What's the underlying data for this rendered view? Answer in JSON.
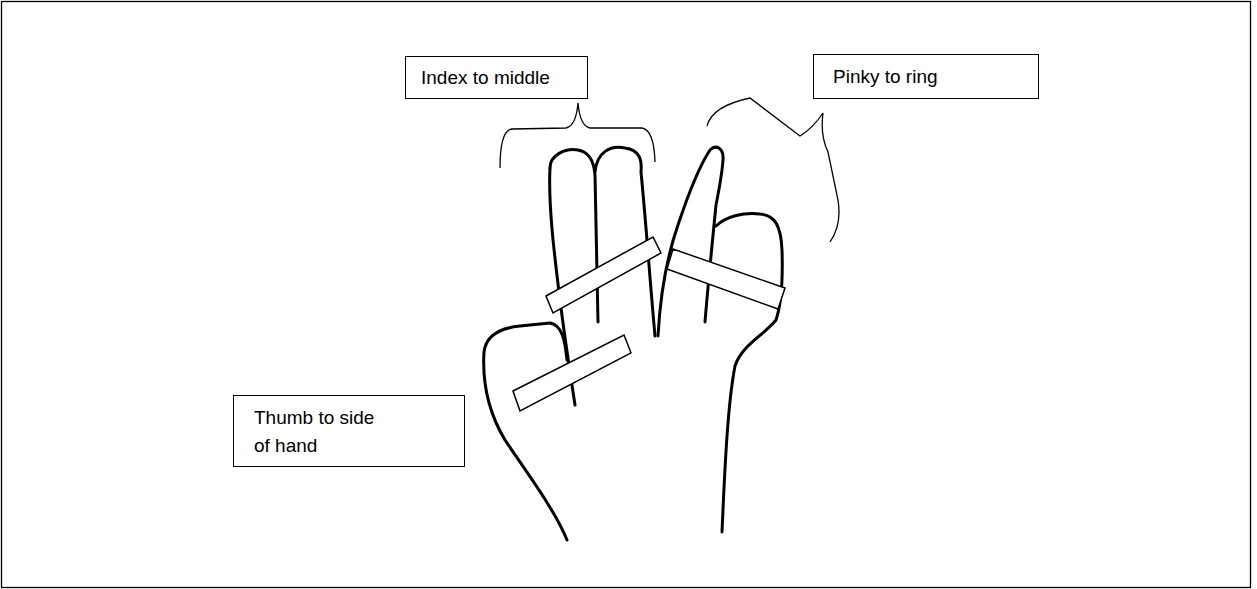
{
  "diagram": {
    "nodes": [
      {
        "text": [
          "Index to middle"
        ]
      },
      {
        "text": [
          "Pinky to ring"
        ]
      },
      {
        "text": [
          "Thumb to side of hand"
        ]
      }
    ]
  }
}
